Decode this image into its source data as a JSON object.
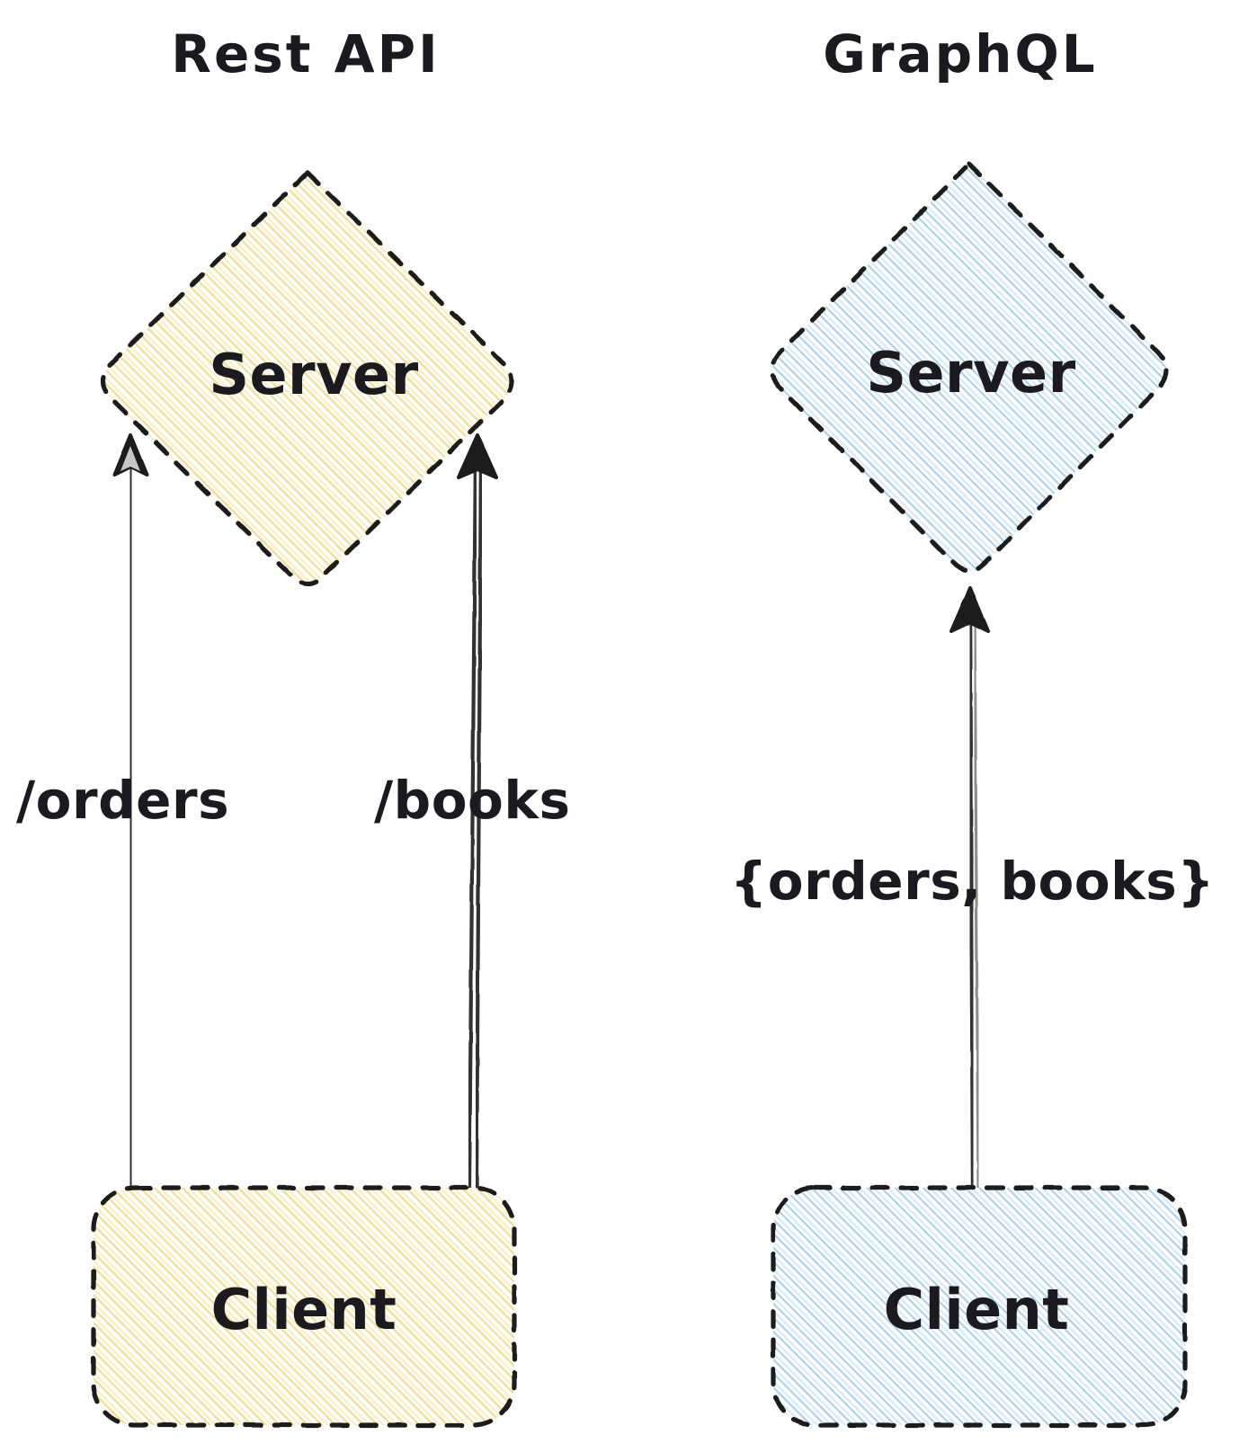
{
  "diagram": {
    "title_left": "Rest API",
    "title_right": "GraphQL",
    "background_color": "#ffffff",
    "stroke_color": "#1e1e1e",
    "text_color": "#1b1b1f",
    "style": "hand-drawn-sketch"
  },
  "panels": [
    {
      "id": "rest-api",
      "heading": "Rest API",
      "accent_color": "#f0dd90",
      "fill_color": "#fdf6d8",
      "server": {
        "label": "Server",
        "shape": "diamond"
      },
      "client": {
        "label": "Client",
        "shape": "rounded-rectangle"
      },
      "edges": [
        {
          "label": "/orders",
          "from": "Client",
          "to": "Server",
          "direction": "up"
        },
        {
          "label": "/books",
          "from": "Client",
          "to": "Server",
          "direction": "up"
        }
      ]
    },
    {
      "id": "graphql",
      "heading": "GraphQL",
      "accent_color": "#a8cfe8",
      "fill_color": "#e8f3fb",
      "server": {
        "label": "Server",
        "shape": "diamond"
      },
      "client": {
        "label": "Client",
        "shape": "rounded-rectangle"
      },
      "edges": [
        {
          "label": "{orders, books}",
          "from": "Client",
          "to": "Server",
          "direction": "up"
        }
      ]
    }
  ],
  "labels": {
    "rest_title": "Rest API",
    "graphql_title": "GraphQL",
    "rest_server": "Server",
    "rest_client": "Client",
    "graphql_server": "Server",
    "graphql_client": "Client",
    "edge_orders": "/orders",
    "edge_books": "/books",
    "edge_graphql_query": "{orders, books}"
  }
}
